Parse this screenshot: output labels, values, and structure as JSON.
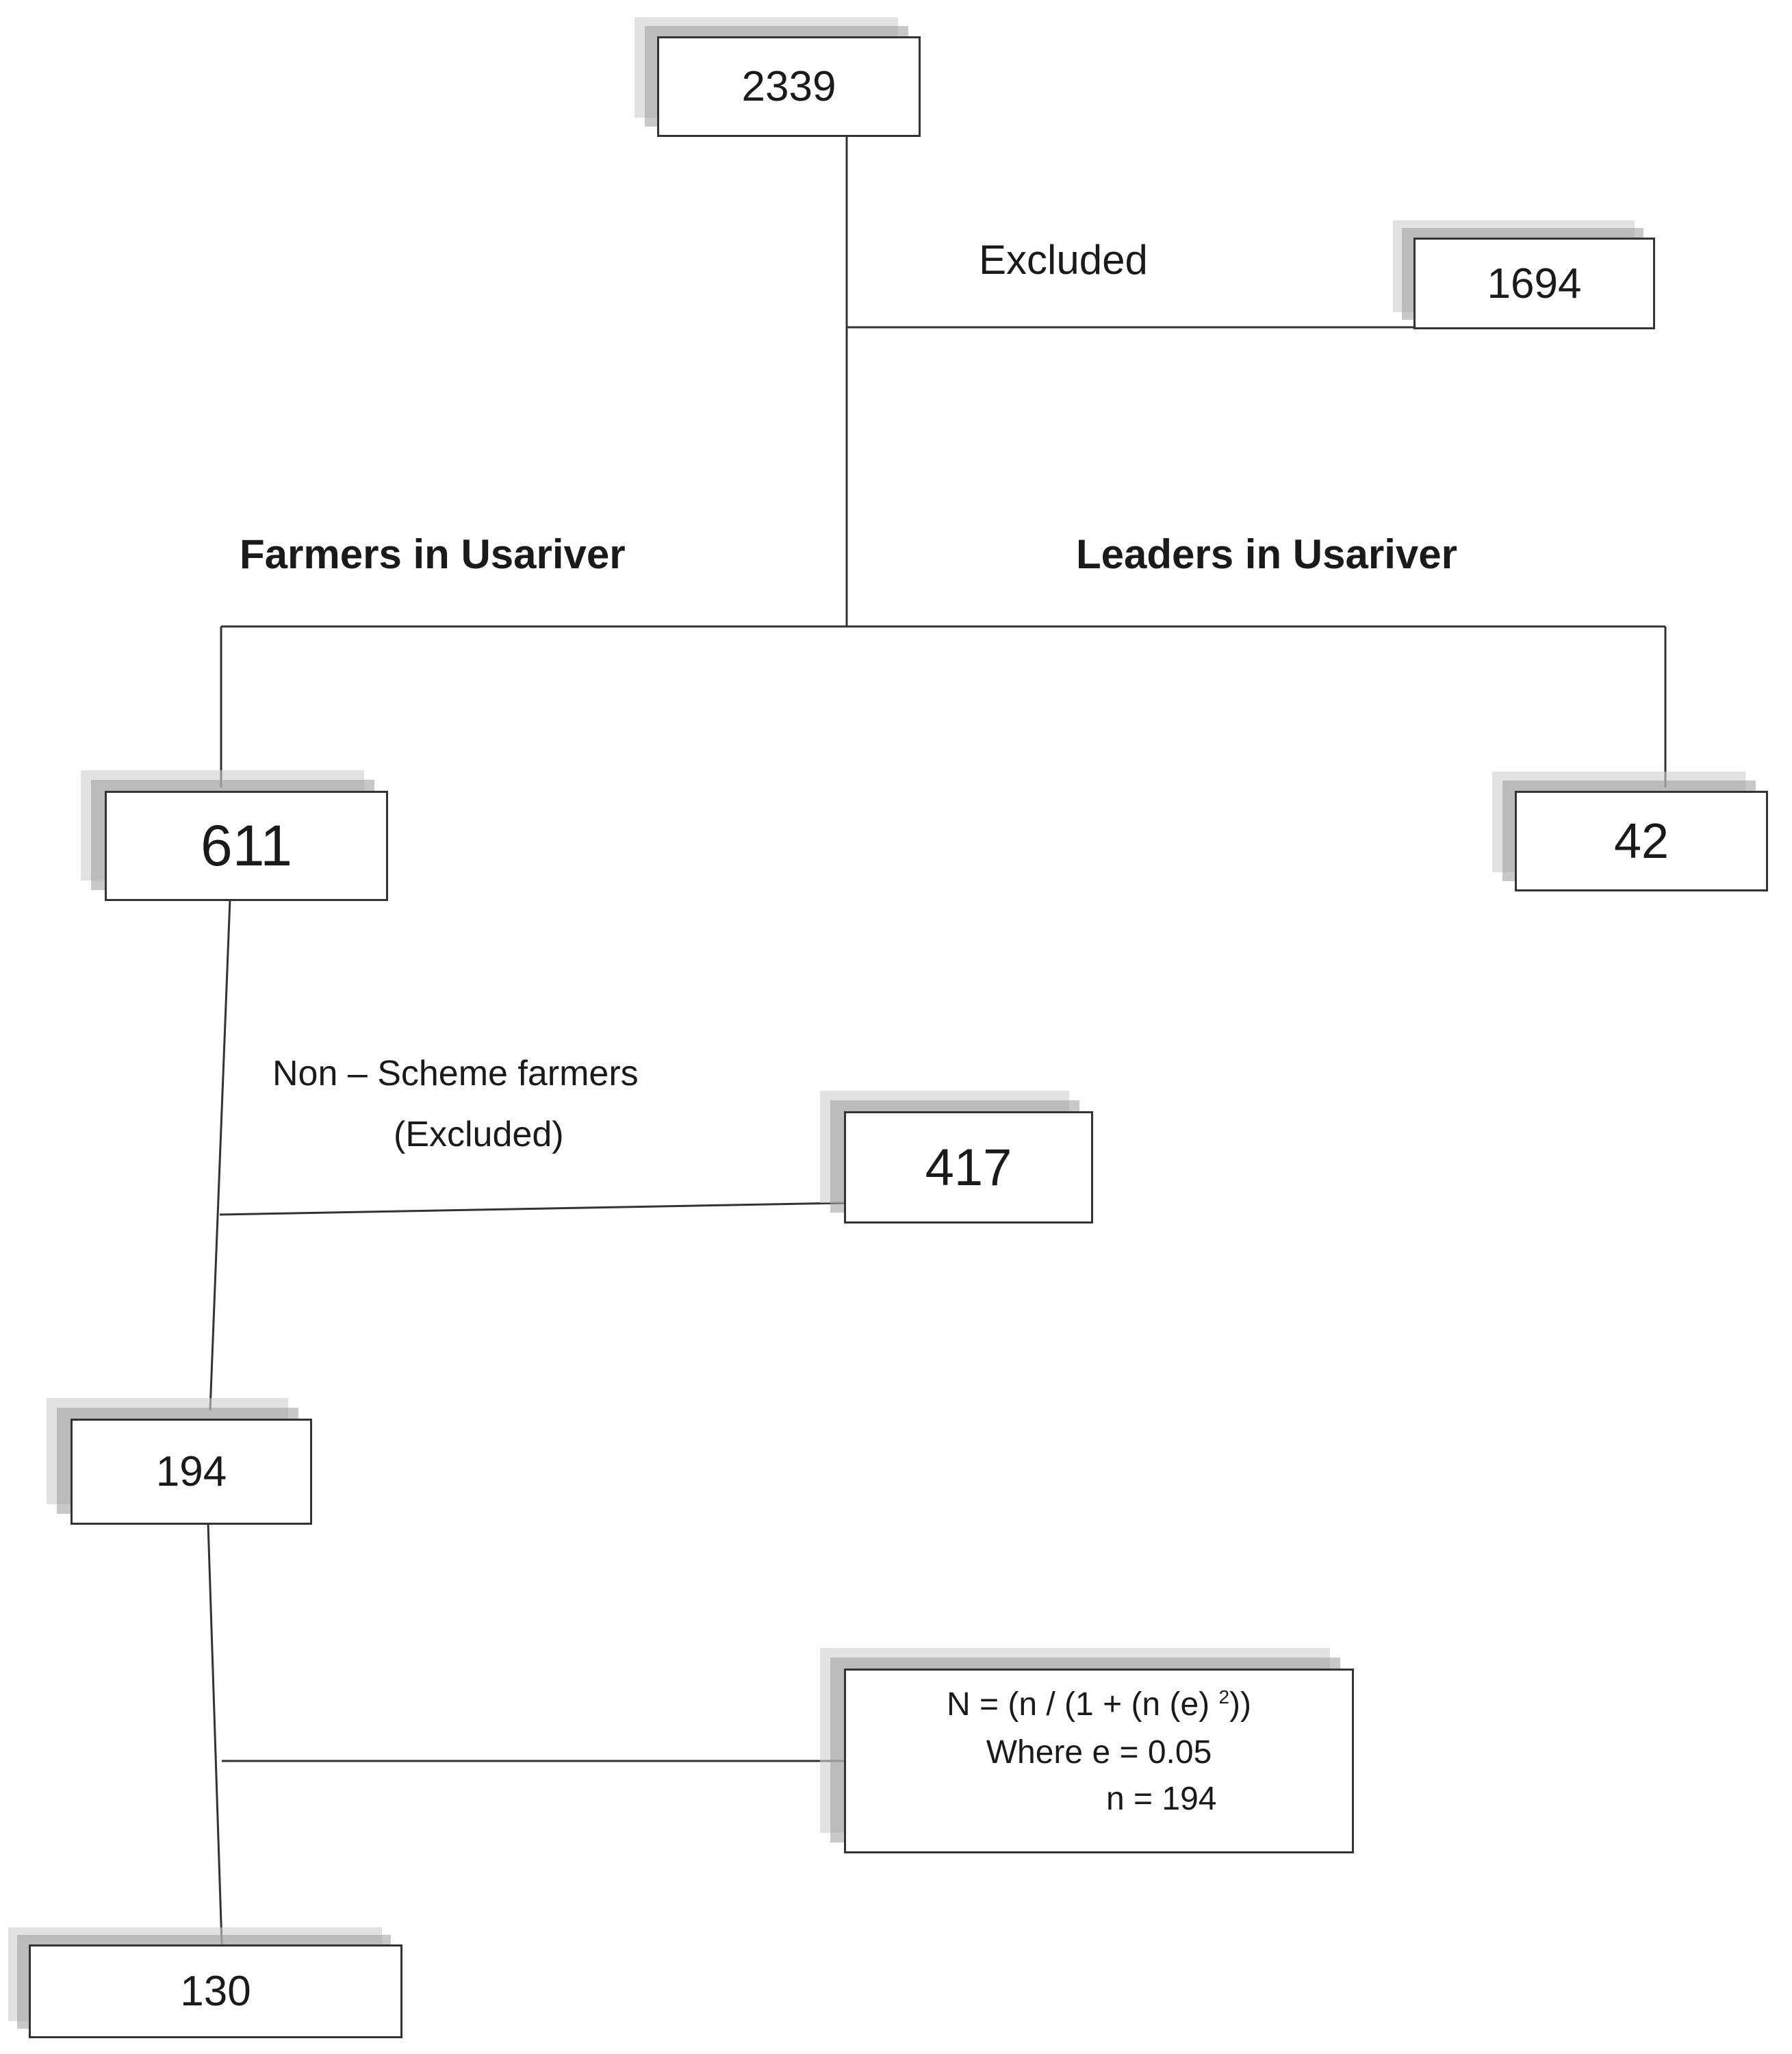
{
  "nodes": {
    "total": "2339",
    "excluded_count": "1694",
    "farmers": "611",
    "leaders": "42",
    "non_scheme": "417",
    "scheme_farmers": "194",
    "sample": "130"
  },
  "labels": {
    "excluded": "Excluded",
    "farmers_in_usariver": "Farmers in Usariver",
    "leaders_in_usariver": "Leaders in Usariver",
    "non_scheme_line1": "Non – Scheme farmers",
    "non_scheme_line2": "(Excluded)"
  },
  "formula": {
    "line1_pre": "N = (n / (1 + (n (e) ",
    "line1_sup": "2",
    "line1_post": "))",
    "line2": "Where e = 0.05",
    "line3": "n = 194"
  }
}
